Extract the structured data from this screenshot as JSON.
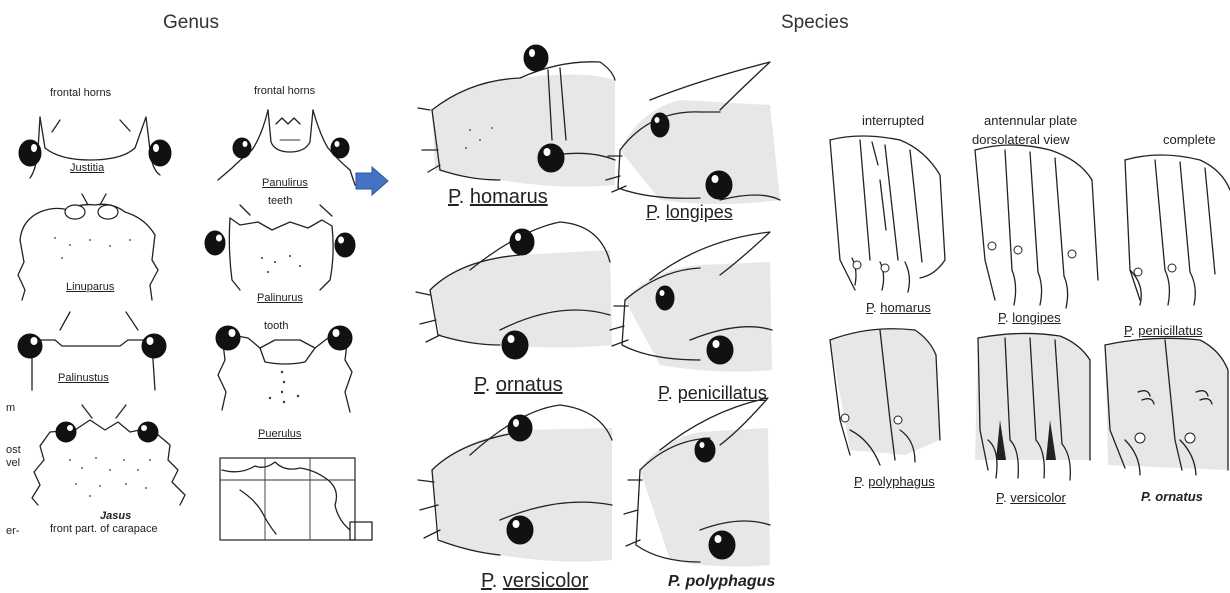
{
  "headings": {
    "genus": "Genus",
    "species": "Species"
  },
  "genus_panel": {
    "labels": {
      "frontal_horns_1": "frontal horns",
      "frontal_horns_2": "frontal horns",
      "justitia": "Justitia",
      "panulirus": "Panulirus",
      "teeth": "teeth",
      "linuparus": "Linuparus",
      "palinurus": "Palinurus",
      "tooth": "tooth",
      "palinustus": "Palinustus",
      "puerulus": "Puerulus",
      "jasus": "Jasus",
      "front_part": "front part. of carapace",
      "edge_1": "m",
      "edge_2": "ost",
      "edge_3": "vel",
      "edge_4": "er-"
    }
  },
  "species_heads": {
    "homarus_genus": "P",
    "homarus_name": "homarus",
    "longipes_genus": "P",
    "longipes_name": "longipes",
    "ornatus_genus": "P",
    "ornatus_name": "ornatus",
    "penicillatus_genus": "P",
    "penicillatus_name": "penicillatus",
    "versicolor_genus": "P",
    "versicolor_name": "versicolor",
    "polyphagus": "P. polyphagus"
  },
  "antennular_plates": {
    "interrupted": "interrupted",
    "antennular_plate": "antennular plate",
    "dorsolateral_view": "dorsolateral view",
    "complete": "complete",
    "homarus_genus": "P",
    "homarus_name": "homarus",
    "longipes_genus": "P",
    "longipes_name": "longipes",
    "penicillatus_genus": "P",
    "penicillatus_name": "penicillatus",
    "polyphagus_genus": "P",
    "polyphagus_name": "polyphagus",
    "versicolor_genus": "P",
    "versicolor_name": "versicolor",
    "ornatus": "P. ornatus"
  },
  "arrow": {
    "color": "#4472c4"
  }
}
